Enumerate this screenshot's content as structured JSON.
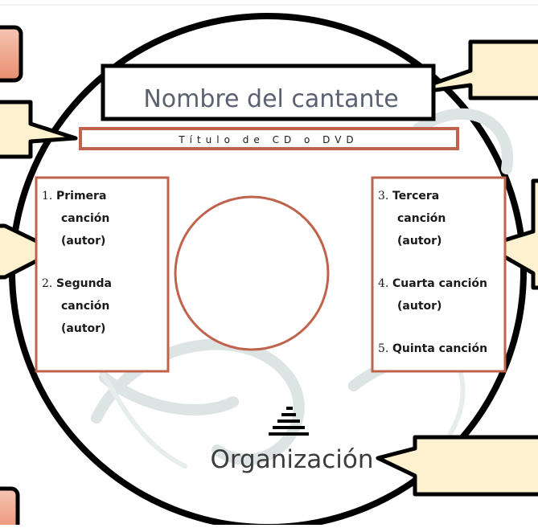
{
  "template": {
    "singer_name": "Nombre del cantante",
    "album_title": "Título de CD o DVD",
    "left_tracks": [
      {
        "number": "1.",
        "lines": [
          "Primera",
          "canción",
          "(autor)"
        ]
      },
      {
        "number": "2.",
        "lines": [
          "Segunda",
          "canción",
          "(autor)"
        ]
      }
    ],
    "right_tracks": [
      {
        "number": "3.",
        "lines": [
          "Tercera",
          "canción",
          "(autor)"
        ]
      },
      {
        "number": "4.",
        "lines": [
          "Cuarta canción",
          "(autor)"
        ]
      },
      {
        "number": "5.",
        "lines": [
          "Quinta canción"
        ]
      }
    ],
    "organization": "Organización"
  },
  "colors": {
    "accent": "#c0634d",
    "callout_fill": "#fdf1cf",
    "ornament": "#dde4e4",
    "title_text": "#5c6172"
  }
}
